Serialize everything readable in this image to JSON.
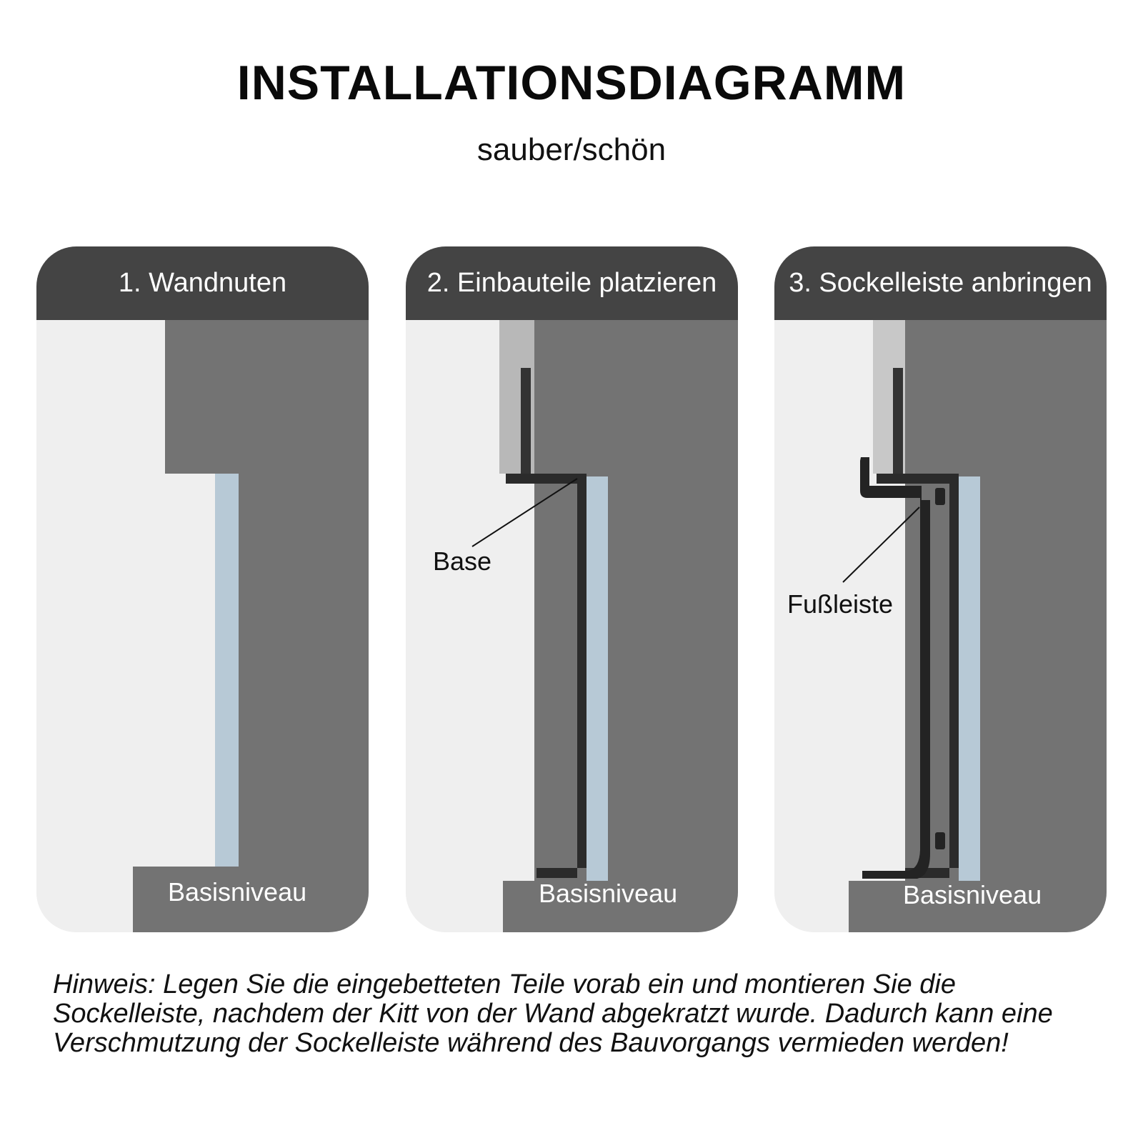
{
  "title": "INSTALLATIONSDIAGRAMM",
  "subtitle": "sauber/schön",
  "panels": [
    {
      "header": "1. Wandnuten",
      "base_label": "Basisniveau"
    },
    {
      "header": "2. Einbauteile platzieren",
      "base_label": "Basisniveau",
      "callout": "Base"
    },
    {
      "header": "3. Sockelleiste anbringen",
      "base_label": "Basisniveau",
      "callout": "Fußleiste"
    }
  ],
  "note": "Hinweis: Legen Sie die eingebetteten Teile vorab ein und montieren Sie die Sockelleiste, nachdem der Kitt von der Wand abgekratzt wurde. Dadurch kann eine Verschmutzung der Sockelleiste während des Bauvorgangs vermieden werden!",
  "colors": {
    "header": "#444444",
    "wall": "#737373",
    "room": "#efefef",
    "groove_strip": "#b7c9d6",
    "profile": "#2b2b2b",
    "insert": "#c8c8c8"
  }
}
